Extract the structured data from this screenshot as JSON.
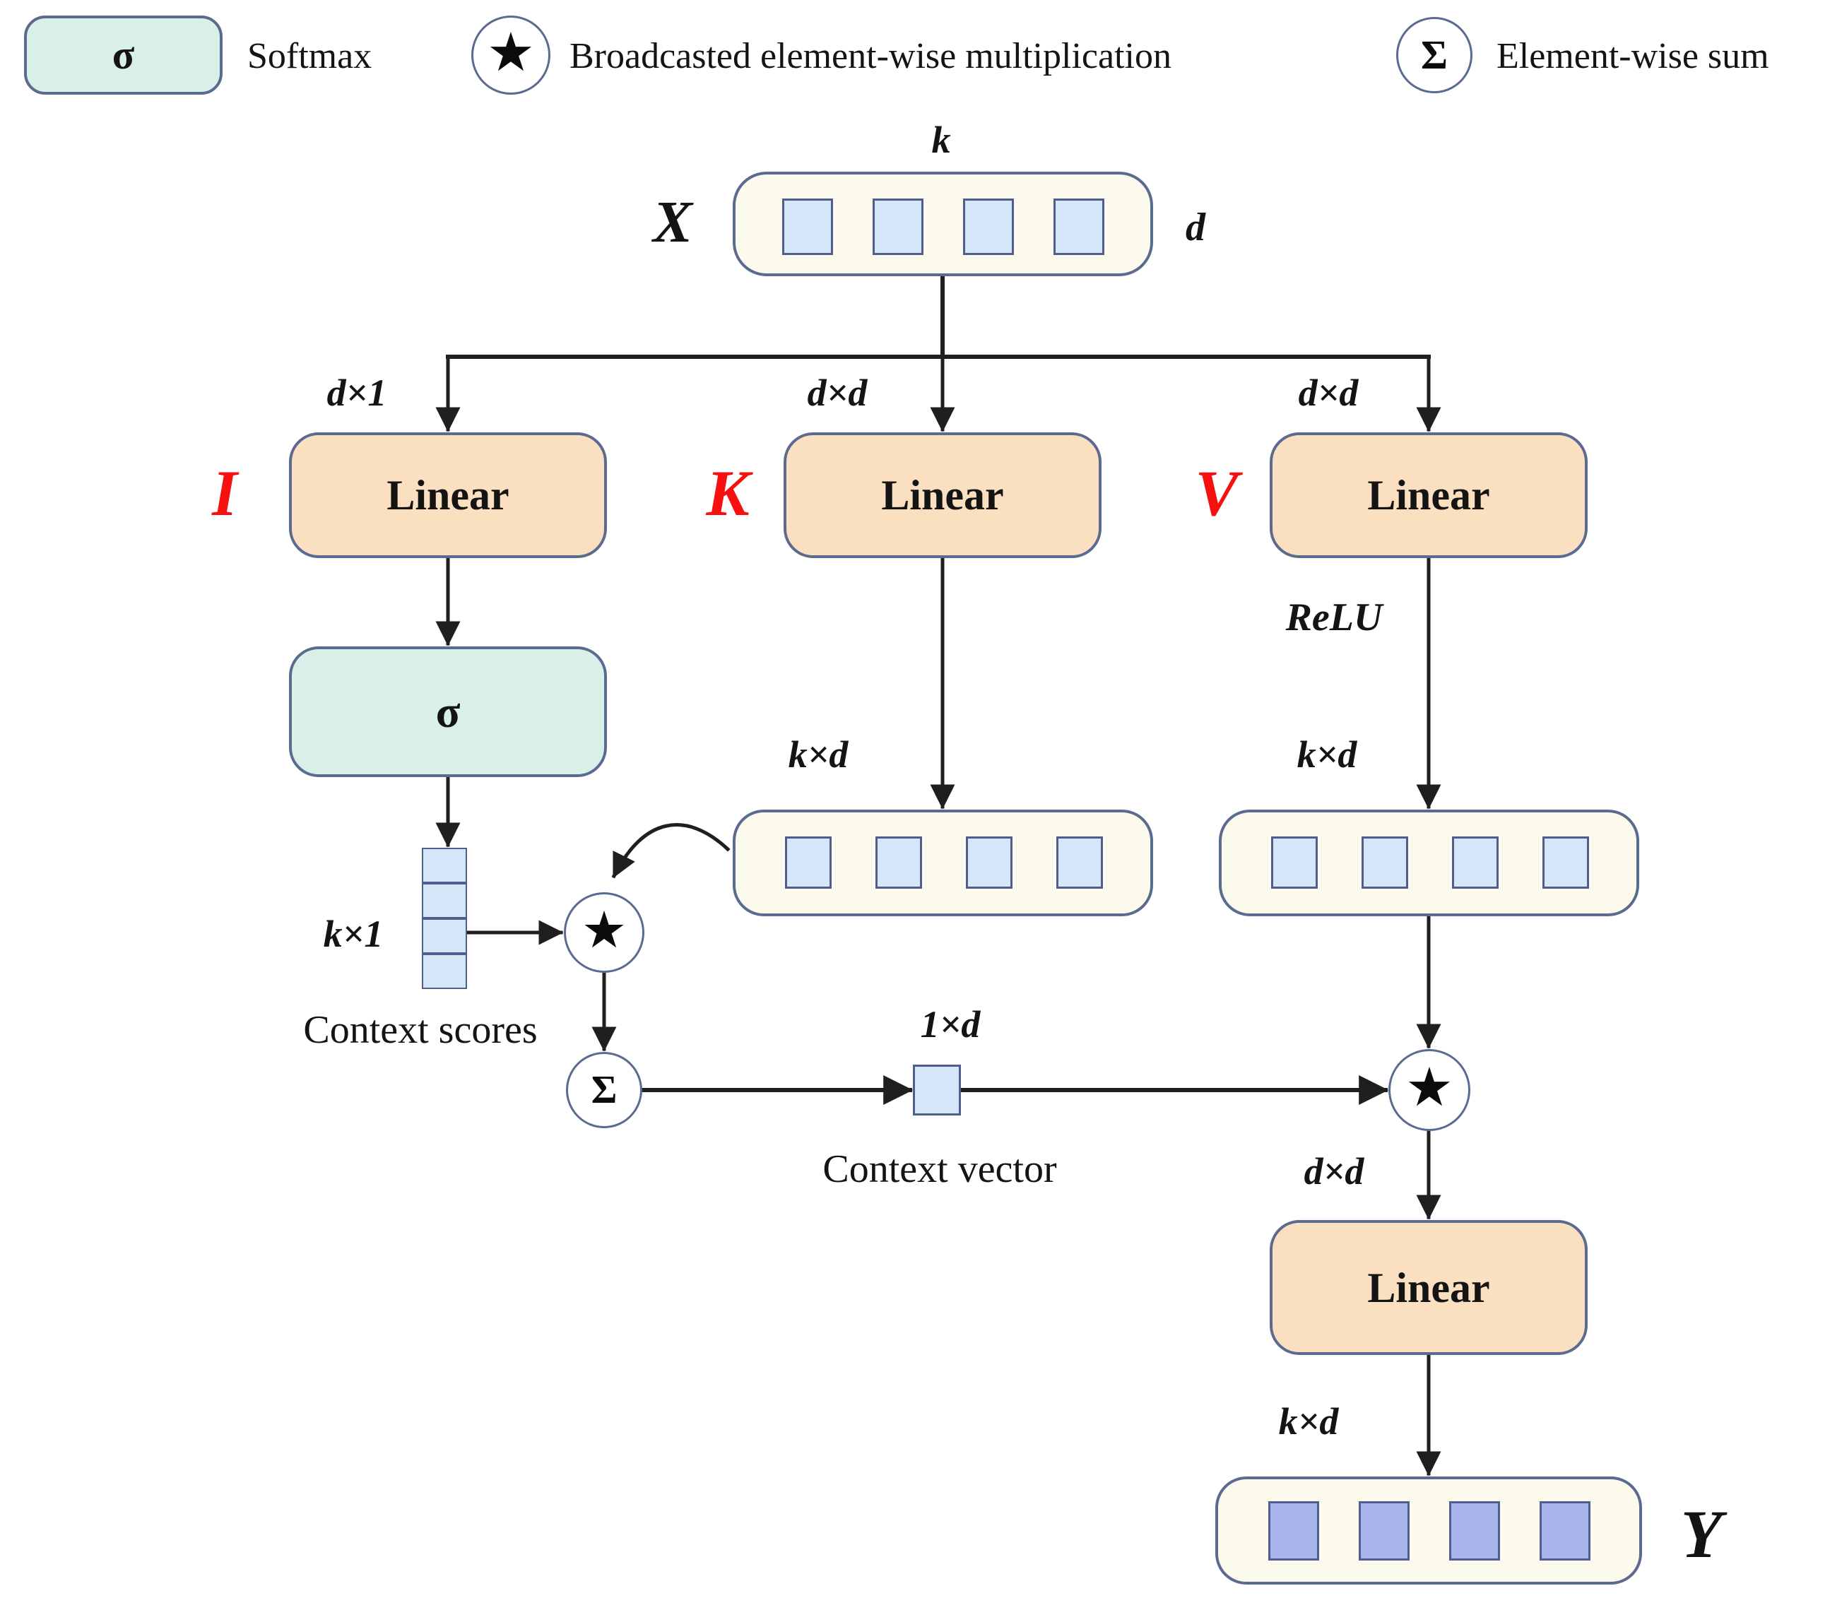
{
  "legend": {
    "softmax_symbol": "σ",
    "softmax_label": "Softmax",
    "multiply_symbol": "★",
    "multiply_label": "Broadcasted element-wise multiplication",
    "sum_symbol": "Σ",
    "sum_label": "Element-wise sum"
  },
  "input": {
    "name": "X",
    "cols_dim": "k",
    "rows_dim": "d"
  },
  "branch_i": {
    "letter": "I",
    "in_dim": "d×1",
    "linear_label": "Linear",
    "softmax_symbol": "σ",
    "scores_dim": "k×1",
    "scores_caption": "Context scores"
  },
  "branch_k": {
    "letter": "K",
    "in_dim": "d×d",
    "linear_label": "Linear",
    "out_dim": "k×d"
  },
  "branch_v": {
    "letter": "V",
    "in_dim": "d×d",
    "linear_label": "Linear",
    "relu_label": "ReLU",
    "out_dim": "k×d"
  },
  "ops": {
    "multiply_symbol": "★",
    "sum_symbol": "Σ"
  },
  "context": {
    "vector_dim": "1×d",
    "vector_caption": "Context vector"
  },
  "output_stage": {
    "in_dim": "d×d",
    "linear_label": "Linear",
    "out_dim": "k×d",
    "name": "Y"
  },
  "colors": {
    "tensor_pill_fill": "#fbfaec",
    "linear_box_fill": "#fbdfc1",
    "softmax_box_fill": "#d8f0e8",
    "cell_fill": "#d7e7fa",
    "output_cell_fill": "#a9b4ed",
    "border": "#5b6b8f",
    "red_label": "#f80f0f",
    "wire": "#1f1f1f"
  }
}
